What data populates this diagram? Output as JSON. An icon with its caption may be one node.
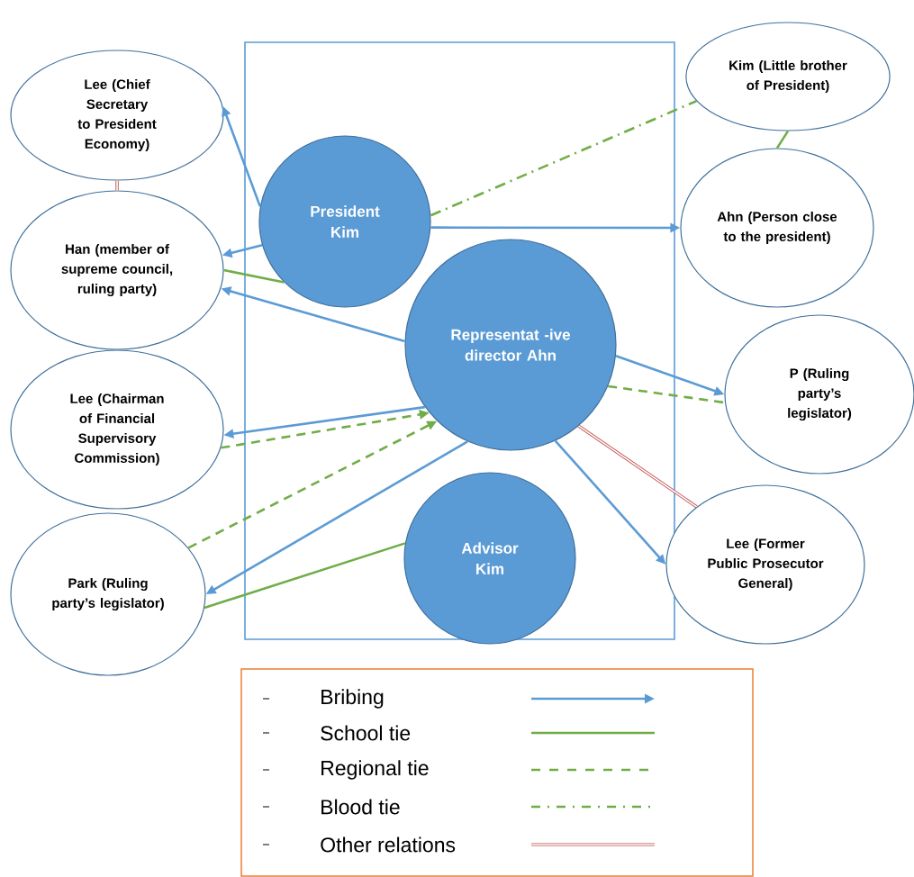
{
  "diagram": {
    "nodes": [
      {
        "text": [],
        "shape": "box"
      },
      {
        "text": [
          "Lee (Chief Secretary to President Economy)"
        ]
      },
      {
        "text": [
          "Kim (Little brother of President)"
        ]
      },
      {
        "text": [
          "President Kim"
        ],
        "in": 0
      },
      {
        "text": [
          "Han (member of supreme council, ruling party)"
        ]
      },
      {
        "text": [
          "Ahn (Person close to the president)"
        ]
      },
      {
        "text": [
          "Representat -ive director Ahn"
        ],
        "in": 0
      },
      {
        "text": [
          "Lee (Chairman of Financial Supervisory Commission)"
        ]
      },
      {
        "text": [
          "P (Ruling party’s legislator)"
        ]
      },
      {
        "text": [
          "Advisor Kim"
        ],
        "in": 0
      },
      {
        "text": [
          "Park (Ruling party’s legislator)"
        ]
      },
      {
        "text": [
          "Lee (Former Public Prosecutor General)"
        ]
      }
    ],
    "edges": [
      {
        "from": 3,
        "to": 1,
        "arrow": "to"
      },
      {
        "from": 3,
        "to": 4,
        "arrow": "to"
      },
      {
        "from": 3,
        "to": 5,
        "arrow": "to"
      },
      {
        "from": 3,
        "to": 4,
        "arrow": "none",
        "color": "#70ad47"
      },
      {
        "from": 3,
        "to": 2,
        "arrow": "none",
        "style": "dashed",
        "color": "#70ad47"
      },
      {
        "from": 1,
        "to": 4,
        "arrow": "none",
        "color": "#c0504d"
      },
      {
        "from": 2,
        "to": 5,
        "arrow": "none",
        "color": "#70ad47"
      },
      {
        "from": 6,
        "to": 4,
        "arrow": "to"
      },
      {
        "from": 6,
        "to": 7,
        "arrow": "to"
      },
      {
        "from": 6,
        "to": 10,
        "arrow": "to"
      },
      {
        "from": 6,
        "to": 8,
        "arrow": "to"
      },
      {
        "from": 6,
        "to": 11,
        "arrow": "to"
      },
      {
        "from": 6,
        "to": 8,
        "arrow": "none",
        "style": "dashed",
        "color": "#70ad47"
      },
      {
        "from": 7,
        "to": 6,
        "arrow": "to",
        "style": "dashed",
        "color": "#70ad47"
      },
      {
        "from": 10,
        "to": 6,
        "arrow": "to",
        "style": "dashed",
        "color": "#70ad47"
      },
      {
        "from": 9,
        "to": 10,
        "arrow": "none",
        "color": "#70ad47"
      },
      {
        "from": 6,
        "to": 11,
        "arrow": "none",
        "color": "#c0504d"
      }
    ],
    "legend": [
      {
        "text": "Bribing"
      },
      {
        "text": "School tie"
      },
      {
        "text": "Regional tie"
      },
      {
        "text": "Blood tie"
      },
      {
        "text": "Other relations"
      }
    ]
  }
}
